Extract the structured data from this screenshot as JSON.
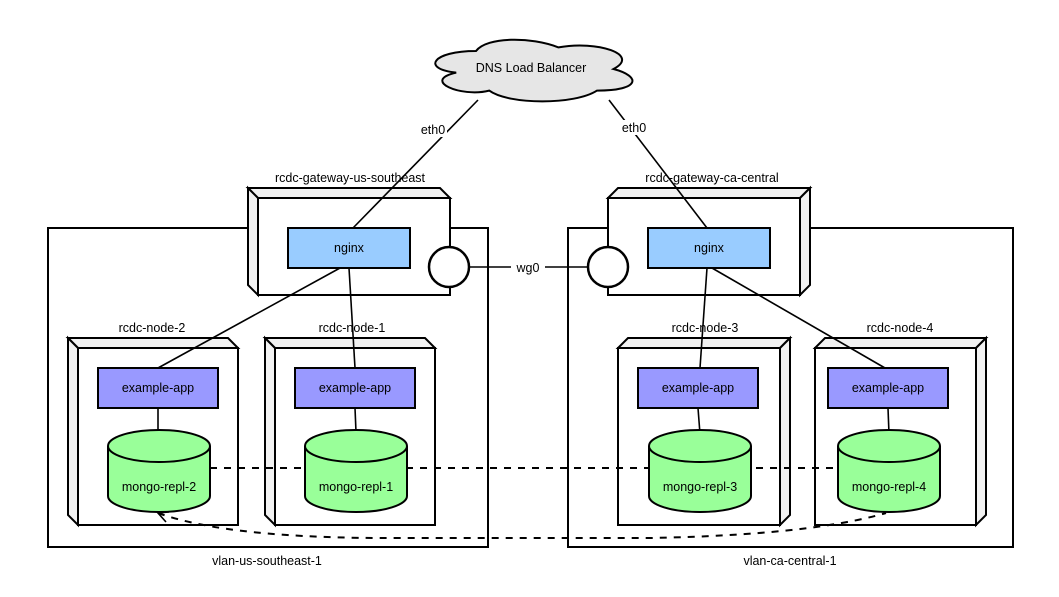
{
  "cloud": {
    "label": "DNS Load Balancer"
  },
  "links": {
    "eth0_left": "eth0",
    "eth0_right": "eth0",
    "wg0": "wg0"
  },
  "gateways": {
    "left": {
      "name": "rcdc-gateway-us-southeast",
      "service": "nginx"
    },
    "right": {
      "name": "rcdc-gateway-ca-central",
      "service": "nginx"
    }
  },
  "vlans": {
    "left": {
      "name": "vlan-us-southeast-1"
    },
    "right": {
      "name": "vlan-ca-central-1"
    }
  },
  "nodes": {
    "node2": {
      "name": "rcdc-node-2",
      "app": "example-app",
      "db": "mongo-repl-2"
    },
    "node1": {
      "name": "rcdc-node-1",
      "app": "example-app",
      "db": "mongo-repl-1"
    },
    "node3": {
      "name": "rcdc-node-3",
      "app": "example-app",
      "db": "mongo-repl-3"
    },
    "node4": {
      "name": "rcdc-node-4",
      "app": "example-app",
      "db": "mongo-repl-4"
    }
  },
  "colors": {
    "nginx_fill": "#99ccff",
    "app_fill": "#9999ff",
    "db_fill": "#99ff99",
    "depth_fill": "#f2f2f2",
    "cloud_fill": "#e6e6e6",
    "stroke": "#000000"
  }
}
